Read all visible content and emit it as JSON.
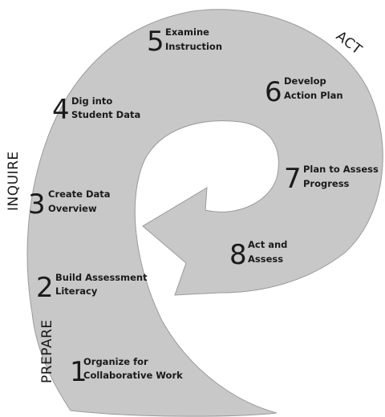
{
  "phases": {
    "prepare": "PREPARE",
    "inquire": "INQUIRE",
    "act": "ACT"
  },
  "steps": [
    {
      "num": "1",
      "line1": "Organize for",
      "line2": "Collaborative Work"
    },
    {
      "num": "2",
      "line1": "Build Assessment",
      "line2": "Literacy"
    },
    {
      "num": "3",
      "line1": "Create Data",
      "line2": "Overview"
    },
    {
      "num": "4",
      "line1": "Dig into",
      "line2": "Student Data"
    },
    {
      "num": "5",
      "line1": "Examine",
      "line2": "Instruction"
    },
    {
      "num": "6",
      "line1": "Develop",
      "line2": "Action Plan"
    },
    {
      "num": "7",
      "line1": "Plan to Assess",
      "line2": "Progress"
    },
    {
      "num": "8",
      "line1": "Act and",
      "line2": "Assess"
    }
  ],
  "colors": {
    "spiral_fill": "#c8c8c8",
    "spiral_stroke": "#9a9a9a",
    "text": "#1a1a1a"
  }
}
